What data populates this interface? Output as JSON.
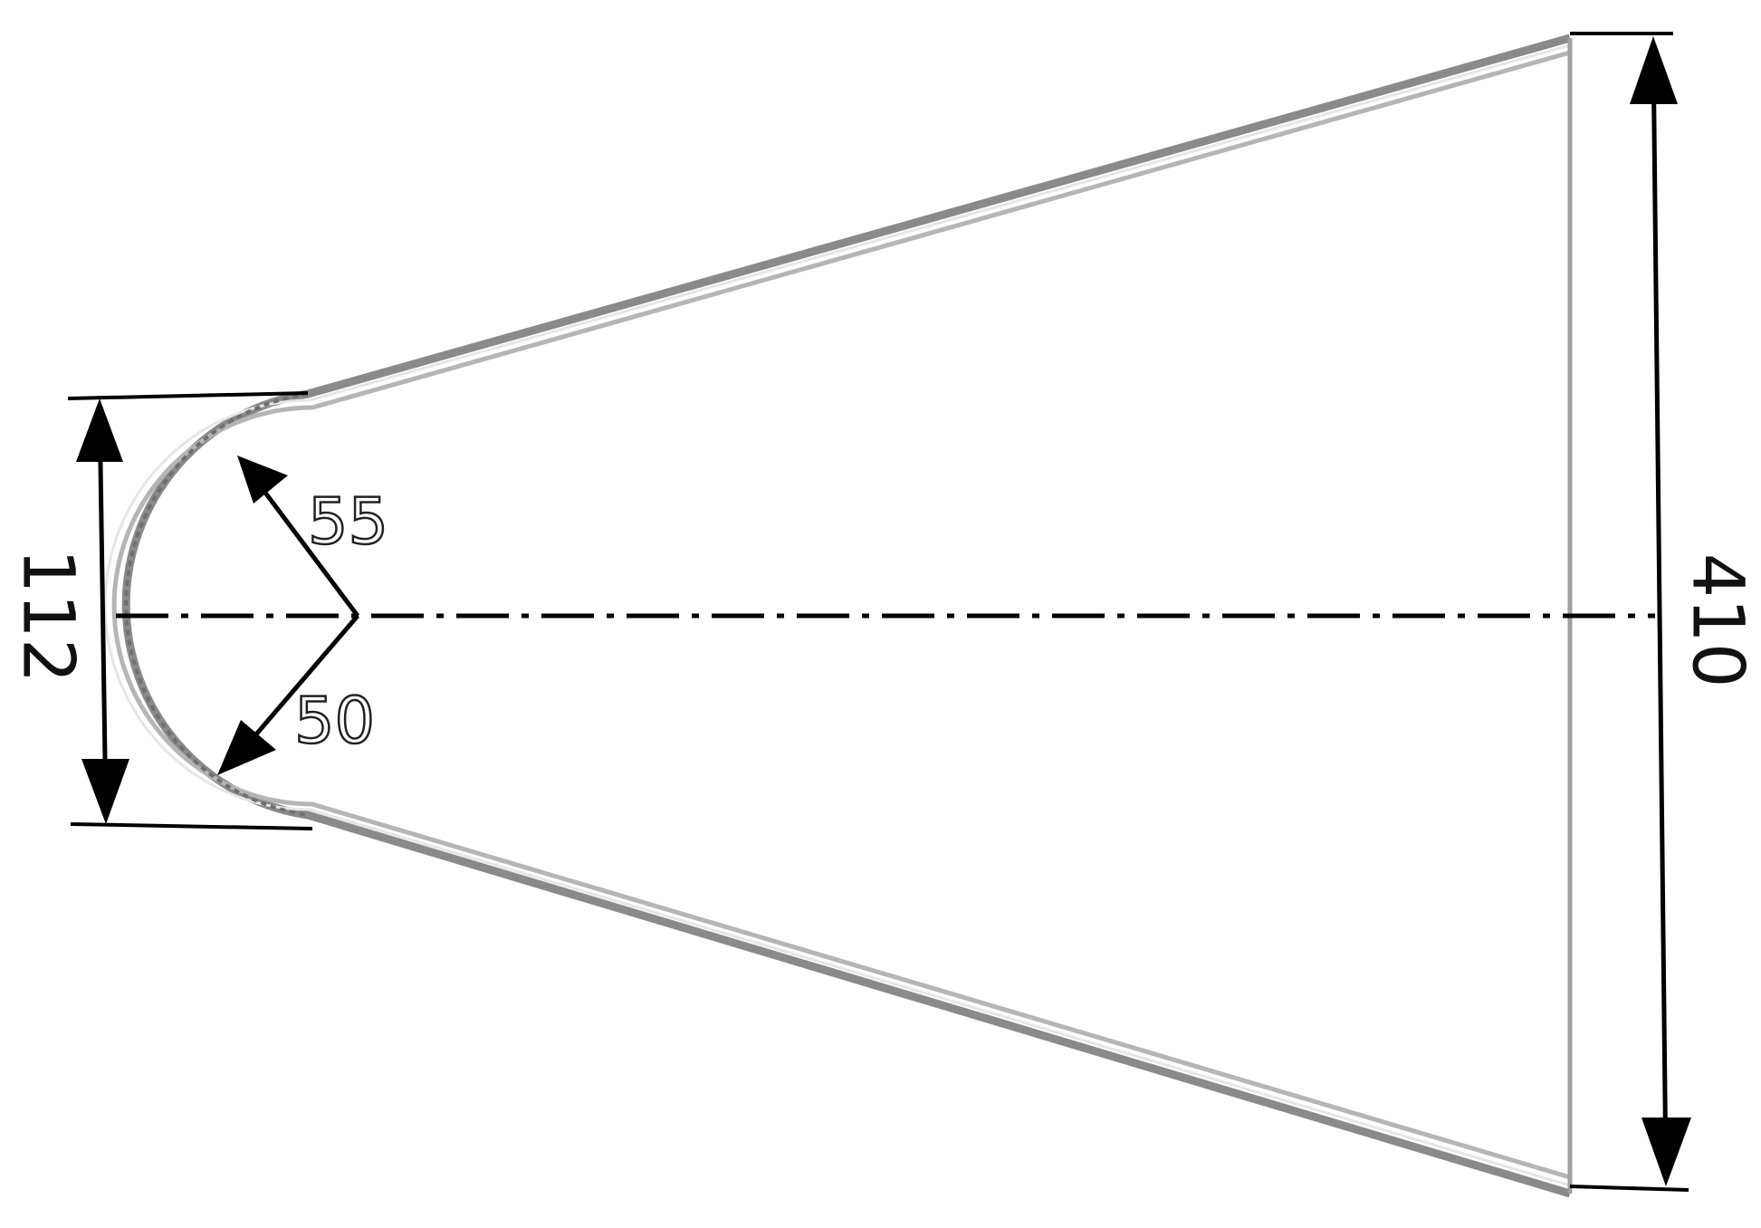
{
  "drawing": {
    "dimensions": {
      "small_diameter": "112",
      "large_diameter": "410",
      "outer_radius": "55",
      "inner_radius": "50"
    },
    "centerline": "dash-dot",
    "colors": {
      "dimension": "#000000",
      "profile_outer": "#8a8a8a",
      "profile_inner": "#b5b5b5",
      "background": "#ffffff"
    }
  }
}
